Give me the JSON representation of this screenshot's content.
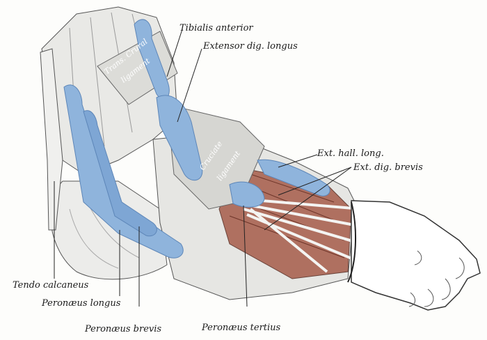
{
  "colors": {
    "paper": "#fdfdfb",
    "tendon_sheath": "#8fb4dc",
    "tendon_sheath_dark": "#6c93c2",
    "muscle": "#a8604e",
    "bone_line": "#4a4a4a",
    "ink": "#1a1a1a"
  },
  "labels": {
    "tibialis_anterior": "Tibialis anterior",
    "extensor_dig_longus": "Extensor dig. longus",
    "ext_hall_long": "Ext. hall. long.",
    "ext_dig_brevis": "Ext. dig. brevis",
    "tendo_calcaneus": "Tendo calcaneus",
    "peronaeus_longus": "Peronæus longus",
    "peronaeus_brevis": "Peronæus brevis",
    "peronaeus_tertius": "Peronæus tertius"
  },
  "ligament_labels": {
    "transverse_crural_1": "Trans. Crural",
    "transverse_crural_2": "ligament",
    "cruciate_1": "Cruciate",
    "cruciate_2": "ligament"
  }
}
